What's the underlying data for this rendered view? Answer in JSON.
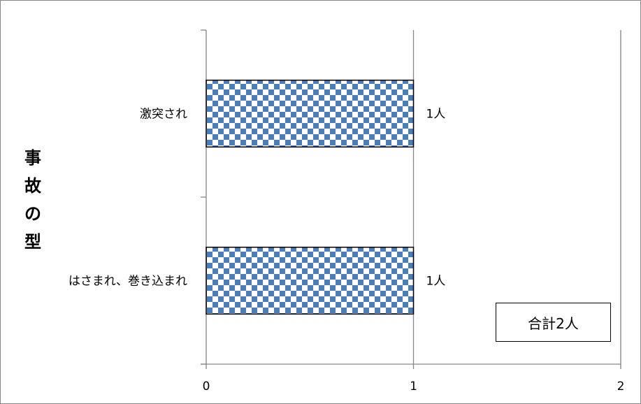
{
  "chart_data": {
    "type": "bar",
    "orientation": "horizontal",
    "categories": [
      "激突され",
      "はさまれ、巻き込まれ"
    ],
    "values": [
      1,
      1
    ],
    "data_labels": [
      "1人",
      "1人"
    ],
    "title": "",
    "xlabel": "",
    "ylabel": "事故の型",
    "xlim": [
      0,
      2
    ],
    "x_ticks": [
      0,
      1,
      2
    ],
    "grid": "vertical major gridlines",
    "bar_pattern": "blue checkerboard",
    "colors": {
      "bar_fill_dark": "#4a7ebb",
      "bar_fill_light": "#ffffff",
      "bar_border": "#000000",
      "gridline": "#868686",
      "axis": "#868686"
    },
    "annotation": "合計2人"
  }
}
